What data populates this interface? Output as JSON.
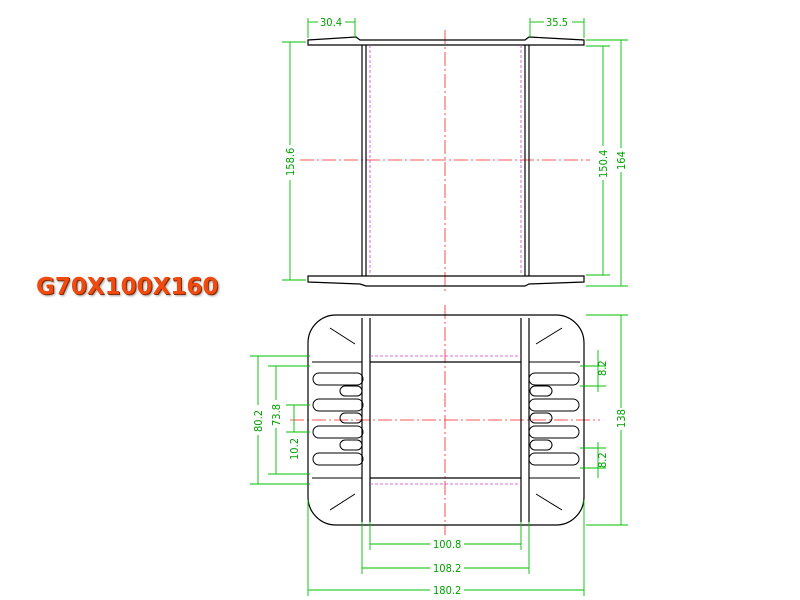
{
  "title": "G70X100X160",
  "colors": {
    "outline": "#000000",
    "dimension": "#00c000",
    "centerline": "#ff2020",
    "hidden": "#d040d0",
    "title": "#f04a10"
  },
  "dimensions": {
    "top_left_width": "30.4",
    "top_right_width": "35.5",
    "left_height": "158.6",
    "inner_height": "150.4",
    "total_height": "164",
    "bottom_80": "80.2",
    "bottom_73": "73.8",
    "bottom_10": "10.2",
    "slot_top": "8.2",
    "slot_bottom": "8.2",
    "bottom_total_height": "138",
    "width_inner": "100.8",
    "width_mid": "108.2",
    "width_total": "180.2"
  }
}
